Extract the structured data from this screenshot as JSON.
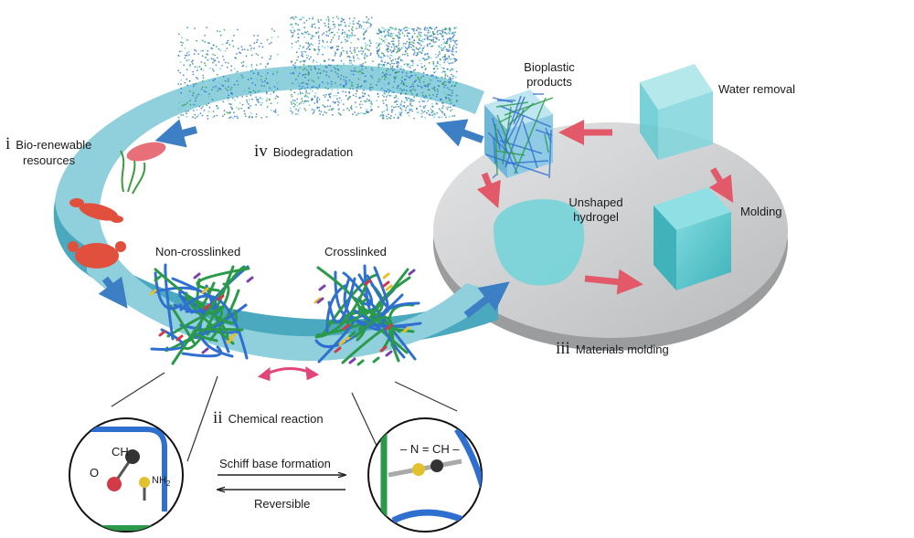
{
  "stages": {
    "i": {
      "numeral": "i",
      "label_line1": "Bio-renewable",
      "label_line2": "resources"
    },
    "ii": {
      "numeral": "ii",
      "label": "Chemical reaction"
    },
    "iii": {
      "numeral": "iii",
      "label": "Materials molding"
    },
    "iv": {
      "numeral": "iv",
      "label": "Biodegradation"
    }
  },
  "networks": {
    "left": "Non-crosslinked",
    "right": "Crosslinked"
  },
  "molding": {
    "bioplastic_line1": "Bioplastic",
    "bioplastic_line2": "products",
    "water_removal": "Water removal",
    "unshaped_line1": "Unshaped",
    "unshaped_line2": "hydrogel",
    "molding": "Molding"
  },
  "reaction": {
    "forward": "Schiff base formation",
    "reverse": "Reversible",
    "aldehyde_ch": "CH",
    "aldehyde_o": "O",
    "amine": "NH",
    "amine_sub": "2",
    "imine": "– N = CH –"
  },
  "colors": {
    "ring_top": "#8fd0dc",
    "ring_side": "#4aa9be",
    "disk": "#c9cbcd",
    "blue_fiber": "#2f6fcf",
    "green_fiber": "#2a9a4a",
    "cycle_arrow": "#e25a6a",
    "flow_arrow": "#3d7fc4",
    "cube": "#5fc9cf",
    "crustacean": "#e0503c"
  }
}
